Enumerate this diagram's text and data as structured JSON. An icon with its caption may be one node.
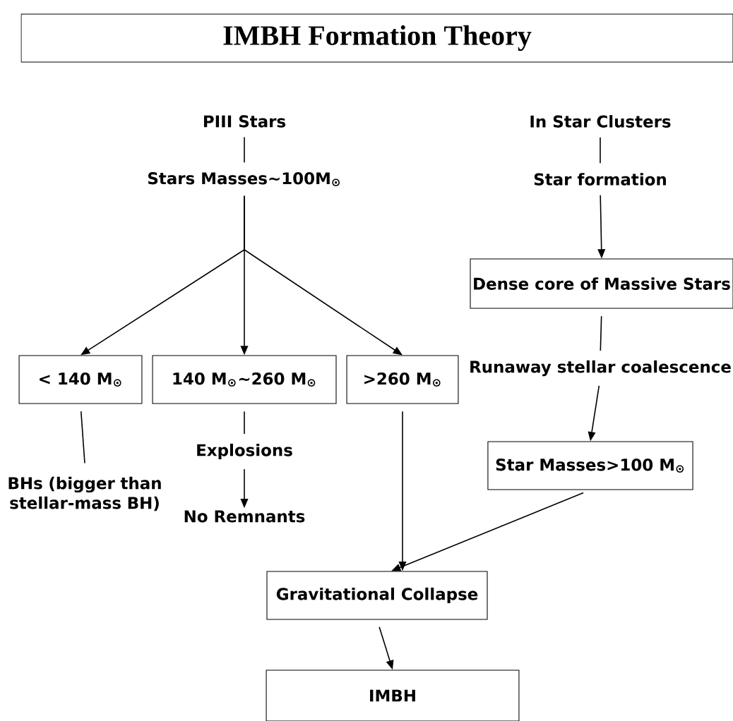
{
  "diagram": {
    "title": "IMBH Formation Theory",
    "nodes": [
      {
        "text": [
          "PIII Stars"
        ]
      },
      {
        "text": [
          "Stars Masses∼100M$_{⊙}$"
        ]
      },
      {
        "text": [
          "< 140 M$_{⊙}$"
        ]
      },
      {
        "text": [
          "140 M$_{⊙}$∼260 M$_{⊙}$"
        ]
      },
      {
        "text": [
          ">260 M$_{⊙}$"
        ]
      },
      {
        "text": [
          "BHs (bigger than stellar-mass BH)"
        ]
      },
      {
        "text": [
          "Explosions"
        ]
      },
      {
        "text": [
          "No Remnants"
        ]
      },
      {
        "text": [
          "In Star Clusters"
        ]
      },
      {
        "text": [
          "Star formation"
        ]
      },
      {
        "text": [
          "Dense core of Massive Stars"
        ]
      },
      {
        "text": [
          "Runaway stellar coalescence"
        ]
      },
      {
        "text": [
          "Star Masses>100 M$_{⊙}$"
        ]
      },
      {
        "text": [
          "Gravitational Collapse"
        ]
      },
      {
        "text": [
          "IMBH"
        ]
      }
    ],
    "edges": [
      {
        "from": 0,
        "to": 1,
        "arrow": "none"
      },
      {
        "from": 1,
        "to": 2,
        "arrow": "to"
      },
      {
        "from": 1,
        "to": 3,
        "arrow": "to"
      },
      {
        "from": 1,
        "to": 4,
        "arrow": "to"
      },
      {
        "from": 2,
        "to": 5,
        "arrow": "none"
      },
      {
        "from": 3,
        "to": 6,
        "arrow": "none"
      },
      {
        "from": 6,
        "to": 7,
        "arrow": "to"
      },
      {
        "from": 4,
        "to": 13,
        "arrow": "to"
      },
      {
        "from": 8,
        "to": 9,
        "arrow": "none"
      },
      {
        "from": 9,
        "to": 10,
        "arrow": "to"
      },
      {
        "from": 10,
        "to": 11,
        "arrow": "none"
      },
      {
        "from": 11,
        "to": 12,
        "arrow": "to"
      },
      {
        "from": 12,
        "to": 13,
        "arrow": "to"
      },
      {
        "from": 13,
        "to": 14,
        "arrow": "to"
      }
    ]
  }
}
